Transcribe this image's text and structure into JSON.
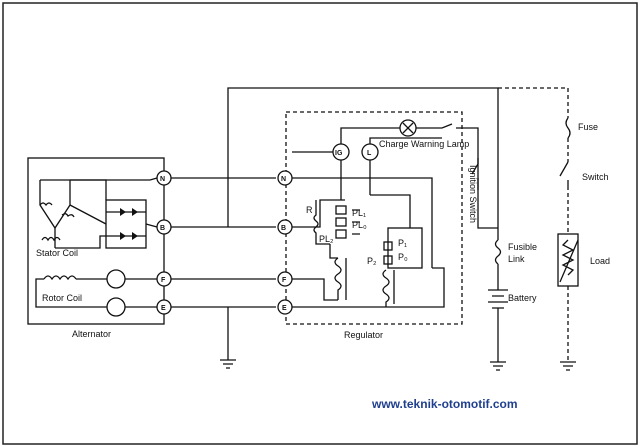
{
  "labels": {
    "stator_coil": "Stator Coil",
    "rotor_coil": "Rotor Coil",
    "alternator": "Alternator",
    "regulator": "Regulator",
    "charge_warning_lamp": "Charge Warning Lamp",
    "ignition_switch": "Ignition Switch",
    "fuse": "Fuse",
    "switch": "Switch",
    "fusible_link_1": "Fusible",
    "fusible_link_2": "Link",
    "battery": "Battery",
    "load": "Load",
    "r": "R",
    "pl1": "PL₁",
    "plo": "PL₀",
    "pl2": "PL₂",
    "p1": "P₁",
    "po": "P₀",
    "p2": "P₂"
  },
  "terminals": {
    "alt_n": "N",
    "alt_b": "B",
    "alt_f": "F",
    "alt_e": "E",
    "reg_n": "N",
    "reg_b": "B",
    "reg_f": "F",
    "reg_e": "E",
    "reg_ig": "IG",
    "reg_l": "L"
  },
  "watermark": "www.teknik-otomotif.com"
}
